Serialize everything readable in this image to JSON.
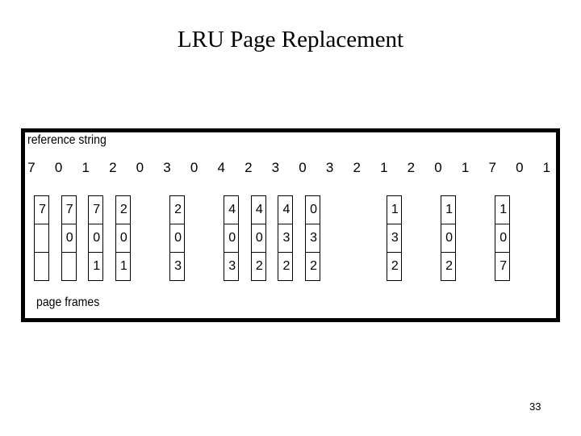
{
  "slide": {
    "title": "LRU Page Replacement",
    "page_number": "33"
  },
  "diagram": {
    "reference_label": "reference string",
    "frames_label": "page frames",
    "reference_string": [
      "7",
      "0",
      "1",
      "2",
      "0",
      "3",
      "0",
      "4",
      "2",
      "3",
      "0",
      "3",
      "2",
      "1",
      "2",
      "0",
      "1",
      "7",
      "0",
      "1"
    ],
    "frame_columns": [
      {
        "at_ref": 1,
        "frames": [
          "7",
          "",
          ""
        ]
      },
      {
        "at_ref": 2,
        "frames": [
          "7",
          "0",
          ""
        ]
      },
      {
        "at_ref": 3,
        "frames": [
          "7",
          "0",
          "1"
        ]
      },
      {
        "at_ref": 4,
        "frames": [
          "2",
          "0",
          "1"
        ]
      },
      {
        "at_ref": 6,
        "frames": [
          "2",
          "0",
          "3"
        ]
      },
      {
        "at_ref": 8,
        "frames": [
          "4",
          "0",
          "3"
        ]
      },
      {
        "at_ref": 9,
        "frames": [
          "4",
          "0",
          "2"
        ]
      },
      {
        "at_ref": 10,
        "frames": [
          "4",
          "3",
          "2"
        ]
      },
      {
        "at_ref": 11,
        "frames": [
          "0",
          "3",
          "2"
        ]
      },
      {
        "at_ref": 14,
        "frames": [
          "1",
          "3",
          "2"
        ]
      },
      {
        "at_ref": 16,
        "frames": [
          "1",
          "0",
          "2"
        ]
      },
      {
        "at_ref": 18,
        "frames": [
          "1",
          "0",
          "7"
        ]
      }
    ]
  }
}
